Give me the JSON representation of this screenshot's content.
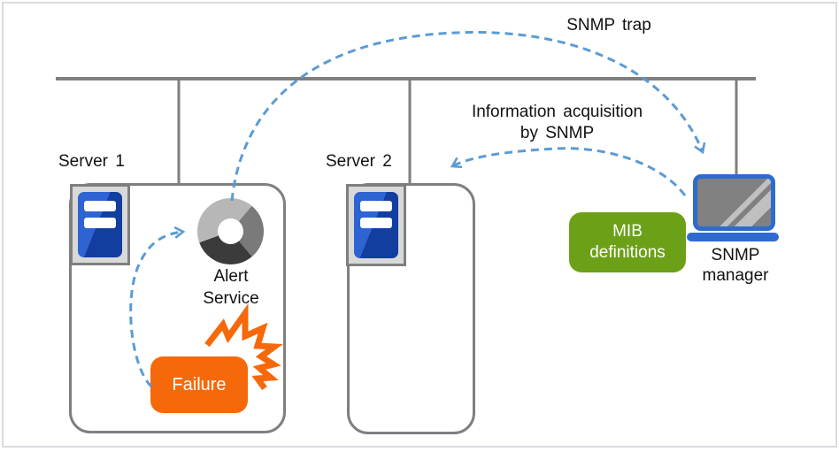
{
  "labels": {
    "snmp_trap": "SNMP trap",
    "info_acq_line1": "Information acquisition",
    "info_acq_line2": "by SNMP",
    "server1": "Server 1",
    "server2": "Server 2",
    "alert_line1": "Alert",
    "alert_line2": "Service",
    "failure": "Failure",
    "mib_line1": "MIB",
    "mib_line2": "definitions",
    "manager_line1": "SNMP",
    "manager_line2": "manager"
  },
  "colors": {
    "arrow_blue": "#5B9BD5",
    "line_gray": "#7F7F7F",
    "failure_orange": "#F6690B",
    "mib_green": "#6CA117",
    "laptop_blue": "#2E6BD0",
    "server_blue_light": "#2E63D2",
    "server_blue_dark": "#113E9F",
    "donut_light": "#B7B7B7",
    "donut_mid": "#7A7A7A",
    "donut_dark": "#3B3B3B"
  }
}
